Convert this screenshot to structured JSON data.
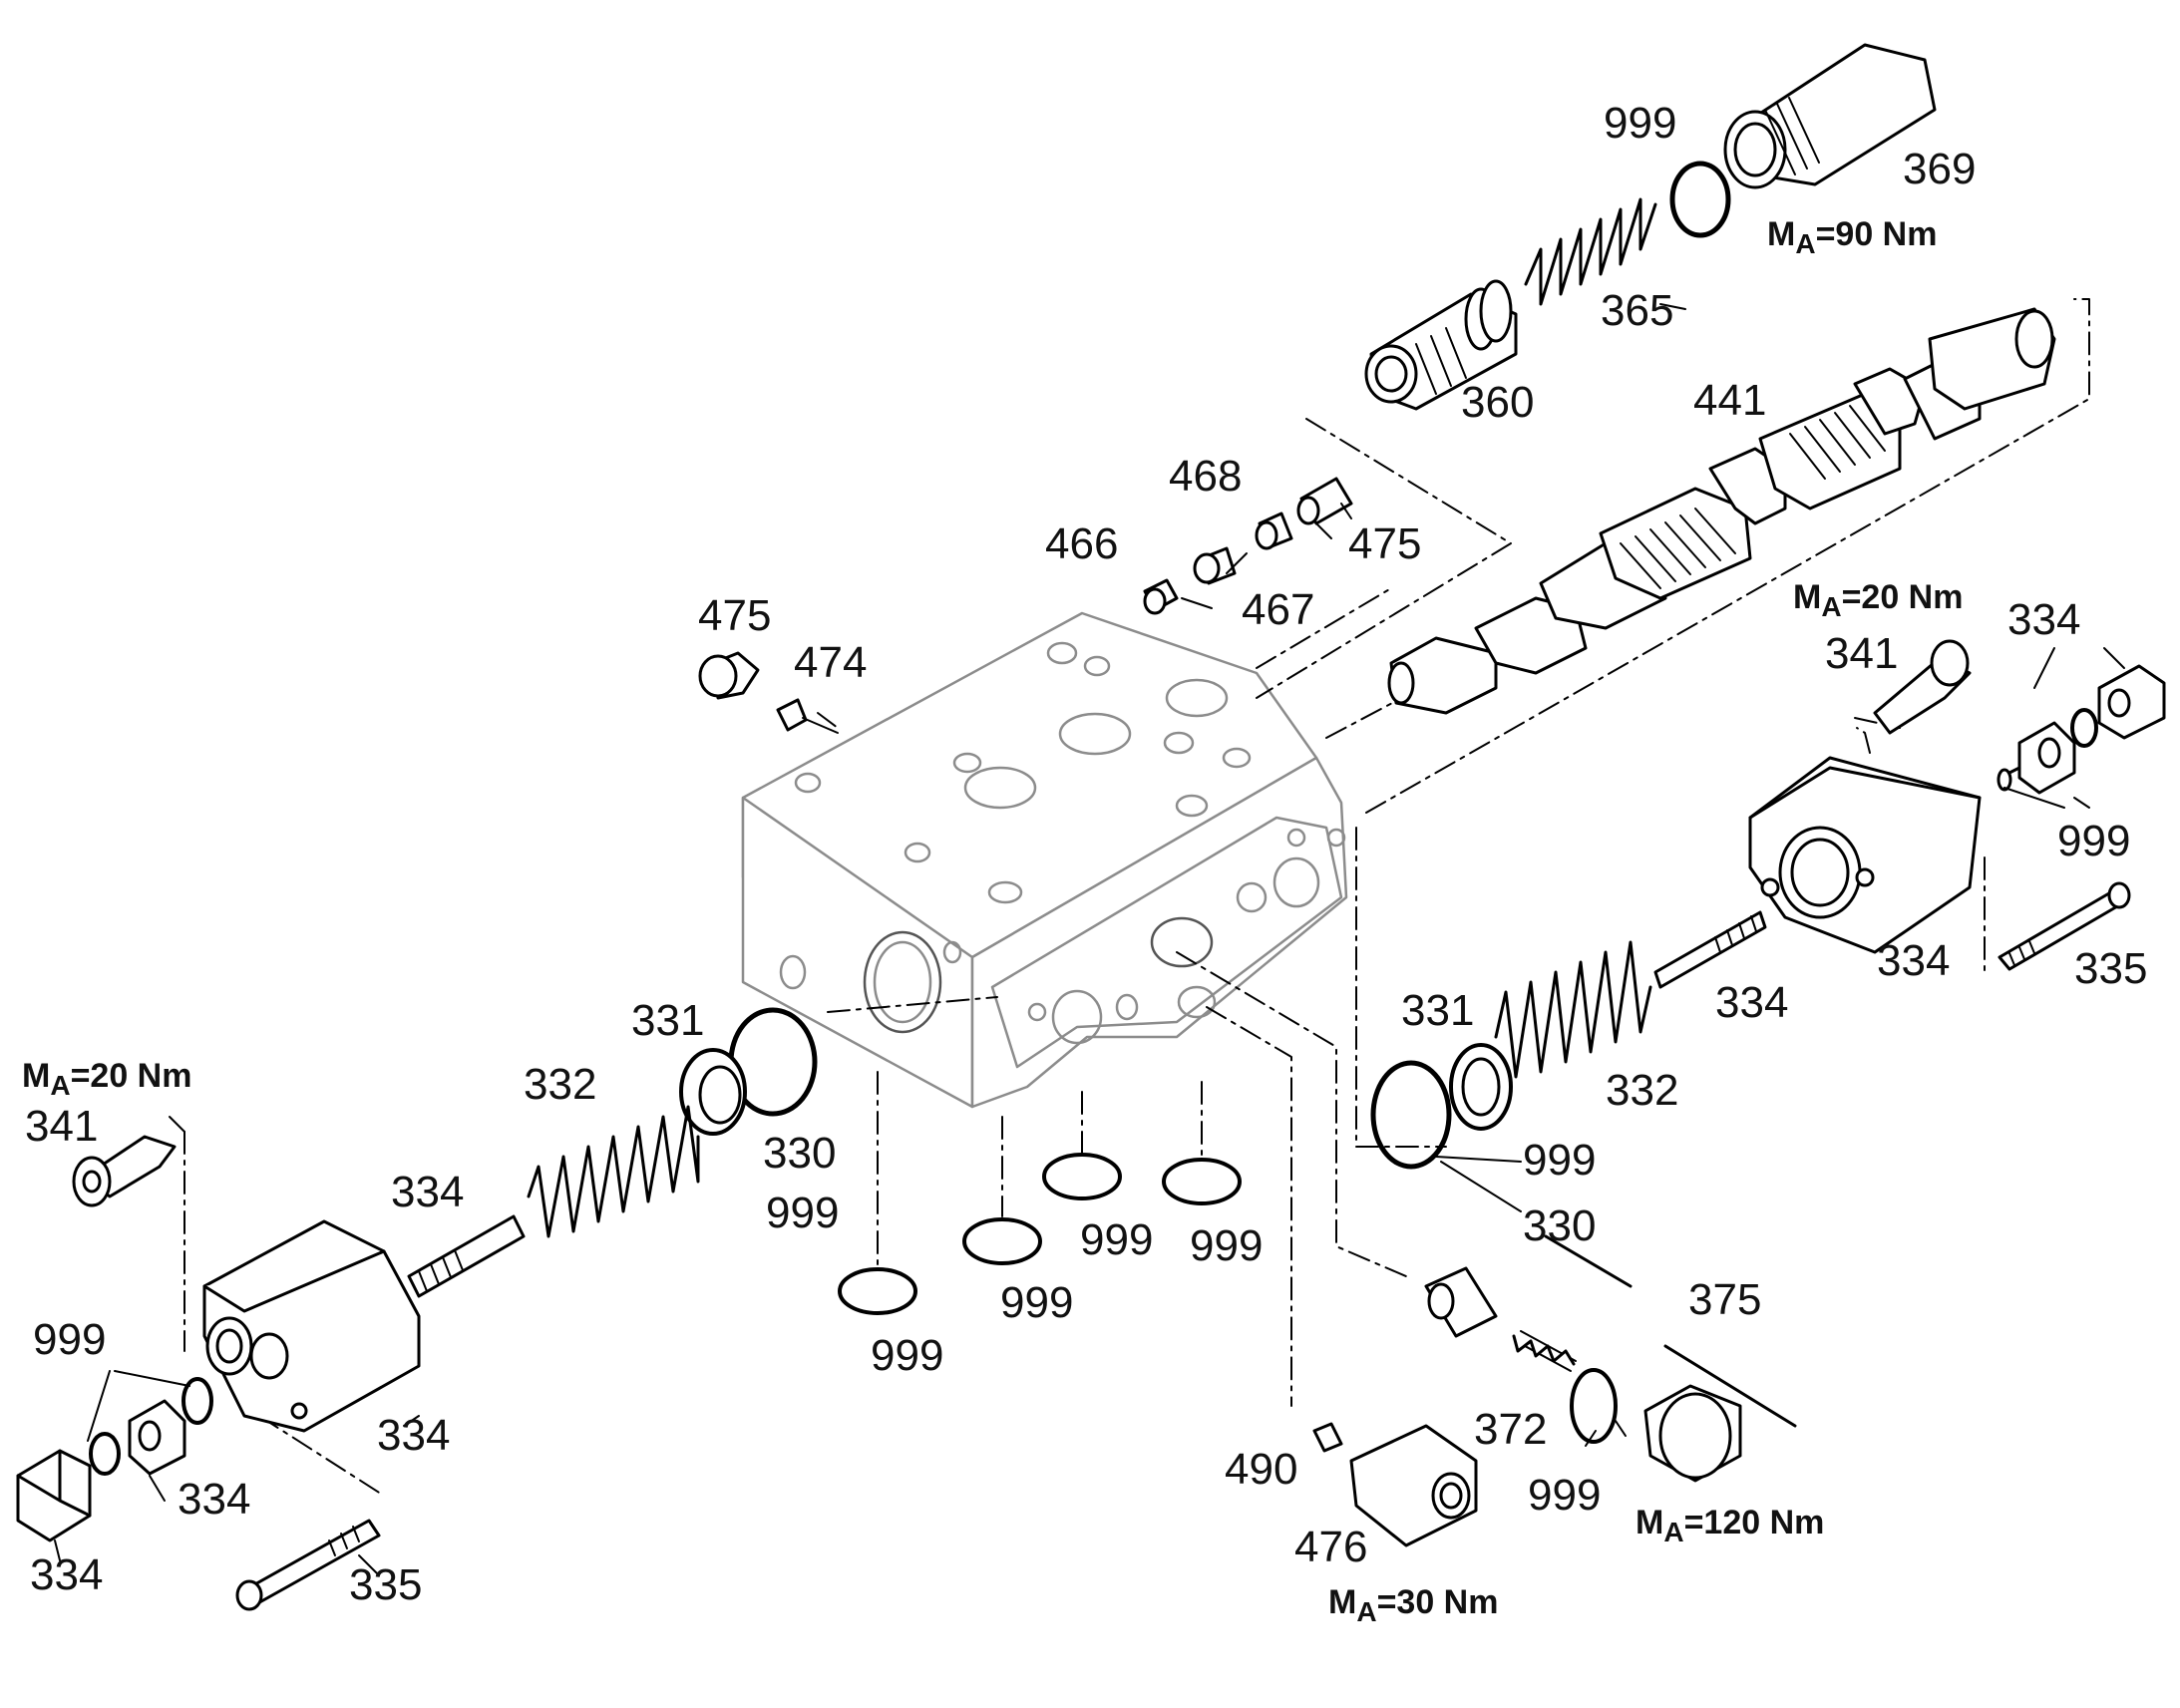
{
  "diagram": {
    "line_color": "#000000",
    "part_fill": "#ffffff",
    "housing_stroke": "#8c8c8c",
    "part_numbers": {
      "p999_top": "999",
      "p369": "369",
      "p365": "365",
      "p360": "360",
      "p441": "441",
      "p468": "468",
      "p475_top": "475",
      "p466": "466",
      "p467": "467",
      "p475_left": "475",
      "p474": "474",
      "p341_right": "341",
      "p334_right_top": "334",
      "p999_right_top": "999",
      "p334_right_housing": "334",
      "p335_right": "335",
      "p331_right": "331",
      "p334_right_rod": "334",
      "p332_right": "332",
      "p999_right_mid": "999",
      "p330_right": "330",
      "p375": "375",
      "p372": "372",
      "p999_plug": "999",
      "p490": "490",
      "p476": "476",
      "p331_left": "331",
      "p332_left": "332",
      "p330_left": "330",
      "p999_left_a": "999",
      "p999_bottom_a": "999",
      "p999_bottom_b": "999",
      "p999_bottom_c": "999",
      "p999_bottom_d": "999",
      "p341_left": "341",
      "p334_left_rod": "334",
      "p999_left_b": "999",
      "p334_left_housing": "334",
      "p334_left_nut": "334",
      "p334_left_cap": "334",
      "p335_left": "335"
    },
    "torques": {
      "t90": {
        "prefix": "M",
        "sub": "A",
        "rest": "=90 Nm"
      },
      "t20_right": {
        "prefix": "M",
        "sub": "A",
        "rest": "=20 Nm"
      },
      "t20_left": {
        "prefix": "M",
        "sub": "A",
        "rest": "=20 Nm"
      },
      "t120": {
        "prefix": "M",
        "sub": "A",
        "rest": "=120 Nm"
      },
      "t30": {
        "prefix": "M",
        "sub": "A",
        "rest": "=30 Nm"
      }
    }
  }
}
